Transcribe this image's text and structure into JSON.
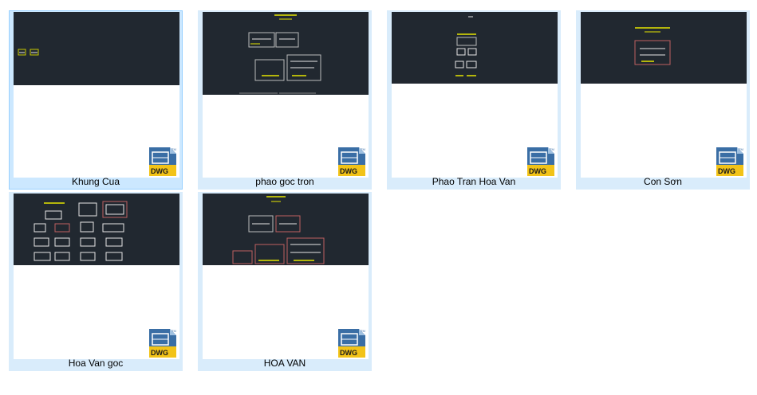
{
  "files": [
    {
      "id": "khung-cua",
      "name": "Khung Cua"
    },
    {
      "id": "phao-goc-tron",
      "name": "phao goc tron"
    },
    {
      "id": "phao-tran-hoa-van",
      "name": "Phao Tran Hoa Van"
    },
    {
      "id": "con-son",
      "name": "Con Sơn"
    },
    {
      "id": "hoa-van-goc",
      "name": "Hoa Van goc"
    },
    {
      "id": "hoa-van",
      "name": "HOA VAN"
    }
  ],
  "badge": {
    "label": "DWG",
    "corner_mark": "TM"
  },
  "colors": {
    "selected_bg": "#cce8ff",
    "selected_border": "#99d1ff",
    "cad_bg": "#212830",
    "cad_accent": "#e6e600",
    "badge_blue": "#3a6ea5",
    "badge_yellow": "#f2c318"
  }
}
